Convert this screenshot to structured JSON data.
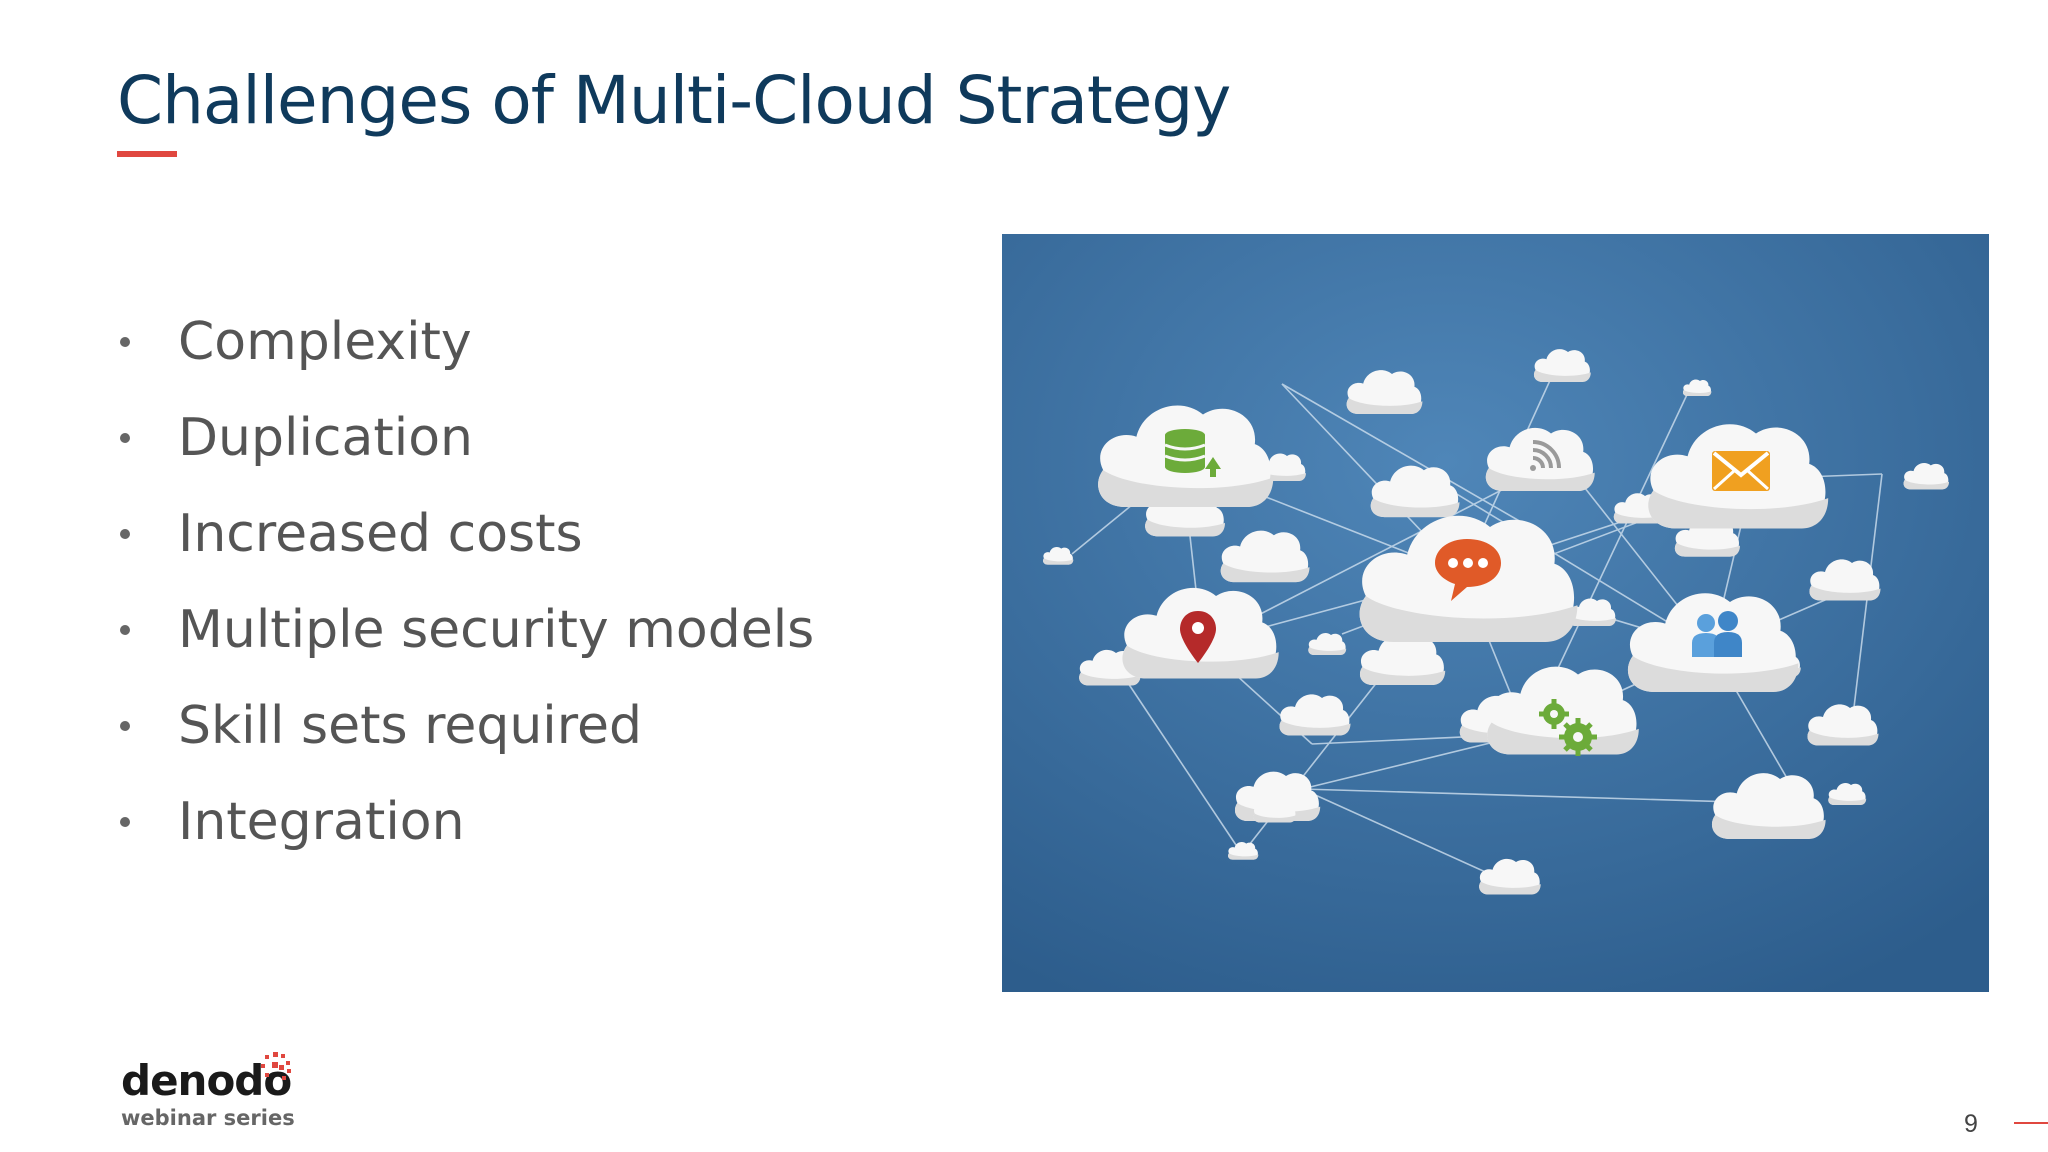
{
  "slide": {
    "title": "Challenges of Multi-Cloud Strategy",
    "bullets": [
      "Complexity",
      "Duplication",
      "Increased costs",
      "Multiple security models",
      "Skill sets required",
      "Integration"
    ],
    "page_number": "9"
  },
  "logo": {
    "wordmark": "denodo",
    "subtitle": "webinar series"
  },
  "illustration": {
    "icons": [
      "database-icon",
      "wifi-icon",
      "mail-icon",
      "chat-icon",
      "location-pin-icon",
      "users-icon",
      "gears-icon"
    ]
  },
  "colors": {
    "title": "#0f3a5c",
    "accent": "#e0473f",
    "bullet_text": "#555555",
    "photo_bg": "#3b6f9c"
  }
}
